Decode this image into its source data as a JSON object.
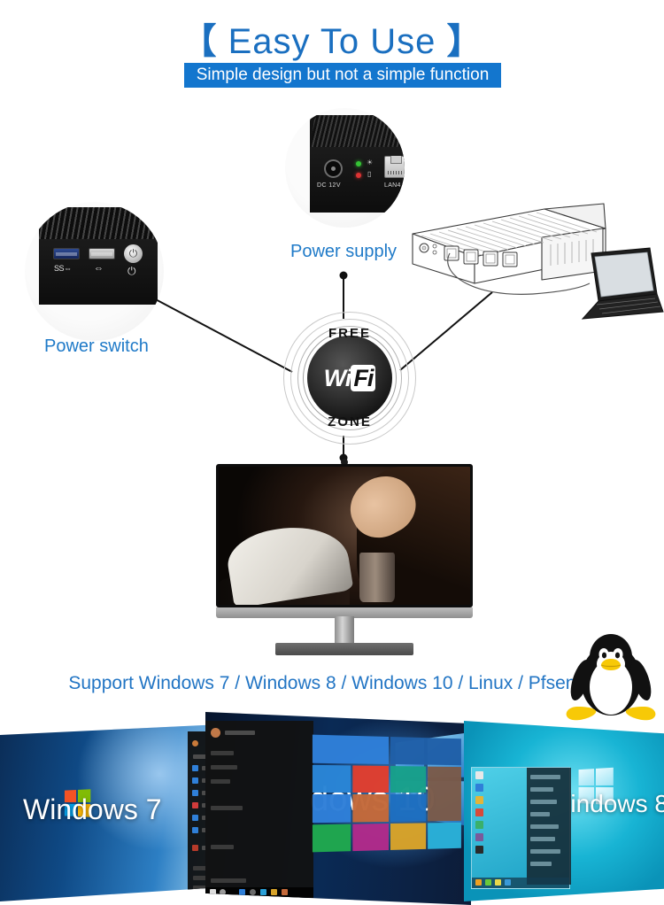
{
  "header": {
    "title_text": "Easy To Use",
    "bracket_left": "【",
    "bracket_right": "】",
    "title_color": "#1a6fc0",
    "subtitle": "Simple design but not a simple function",
    "subtitle_bg": "#1376ce",
    "subtitle_color": "#ffffff"
  },
  "callouts": [
    {
      "id": "power-supply",
      "label": "Power supply",
      "color": "#1f7ac8"
    },
    {
      "id": "power-switch",
      "label": "Power switch",
      "color": "#1f7ac8"
    }
  ],
  "device_power_supply": {
    "dc_port_label": "DC 12V",
    "lan_port_label": "LAN4",
    "led_power_color": "#35c335",
    "led_hdd_color": "#dd3333",
    "power_led_icon": "sun-icon",
    "hdd_led_icon": "hdd-icon",
    "ethernet_icon": "rj45-port-icon",
    "dc_jack_icon": "dc-jack-icon"
  },
  "device_power_switch": {
    "usb3_icon": "usb3-icon",
    "usb3_symbol": "SS⇔",
    "usb2_icon": "usb2-icon",
    "usb2_symbol": "⇔",
    "power_button_icon": "power-icon",
    "power_button_symbol": "⏻",
    "power_label_symbol": "⏻",
    "usb3_color": "#2d4a93"
  },
  "wifi_badge": {
    "top_text": "FREE",
    "center_text_1": "Wi",
    "center_text_2": "Fi",
    "bottom_text": "ZONE",
    "ring_count": 5
  },
  "line_art": {
    "device_name": "mini-pc-line-drawing",
    "lan_port_count": 4,
    "laptop_name": "laptop-line-drawing",
    "cable_name": "ethernet-cable"
  },
  "monitor": {
    "name": "desktop-monitor",
    "screen_content": "woman-portrait-photo",
    "webcam": "webcam-icon"
  },
  "support": {
    "text": "Support Windows 7 / Windows 8 / Windows 10 / Linux / Pfsense",
    "color": "#2275c4",
    "os_list": [
      "Windows 7",
      "Windows 8",
      "Windows 10",
      "Linux",
      "Pfsense"
    ]
  },
  "tux": {
    "name": "linux-penguin-mascot",
    "body_color": "#111111",
    "belly_color": "#ffffff",
    "feet_color": "#f7c907",
    "beak_color": "#f7c907"
  },
  "os_banner": {
    "panels": [
      {
        "id": "windows-7",
        "label": "Windows 7",
        "accent": "#2d7fc4"
      },
      {
        "id": "windows-10",
        "label": "dows 10",
        "accent": "#0a2a55"
      },
      {
        "id": "windows-8",
        "label": "Windows 8",
        "accent": "#18b4d4"
      }
    ]
  }
}
